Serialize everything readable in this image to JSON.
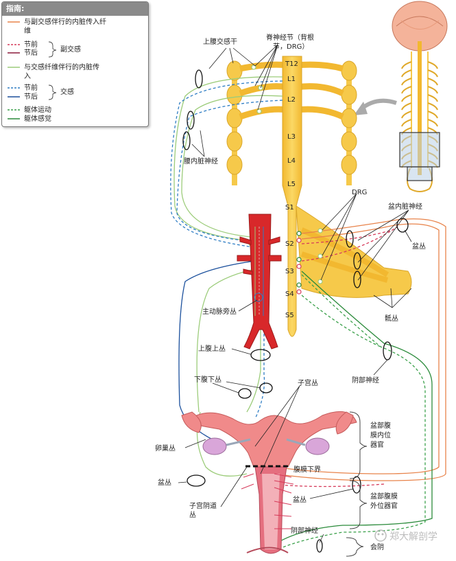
{
  "legend": {
    "title": "指南:",
    "items": [
      {
        "text": "与副交感伴行的内脏传入纤",
        "text2": "维",
        "color": "#e8834a",
        "style": "solid"
      },
      {
        "text": "节前",
        "color": "#d63a5a",
        "style": "dashed"
      },
      {
        "text": "节后",
        "color": "#8b1a3a",
        "style": "solid"
      },
      {
        "text": "与交感纤维伴行的内脏传",
        "text2": "入",
        "color": "#9ccc7a",
        "style": "solid"
      },
      {
        "text": "节前",
        "color": "#2e7dc4",
        "style": "dashed"
      },
      {
        "text": "节后",
        "color": "#1a4f9c",
        "style": "solid"
      },
      {
        "text": "躯体运动",
        "color": "#3aa04a",
        "style": "dashed"
      },
      {
        "text": "躯体感觉",
        "color": "#2a8a3a",
        "style": "solid"
      }
    ],
    "group_parasympathetic": "副交感",
    "group_sympathetic": "交感"
  },
  "labels": {
    "upper_lumbar_trunk": "上腰交感干",
    "spinal_ganglion": "脊神经节（背根",
    "spinal_ganglion2": "节，DRG）",
    "lumbar_splanchnic": "腰内脏神经",
    "drg": "DRG",
    "pelvic_splanchnic": "盆内脏神经",
    "pelvic_plexus_top": "盆丛",
    "sacral_plexus": "骶丛",
    "pudendal_nerve_top": "阴部神经",
    "aortic_plexus": "主动脉旁丛",
    "superior_hypogastric": "上腹上丛",
    "inferior_hypogastric": "下腹下丛",
    "uterine_plexus": "子宫丛",
    "ovarian_plexus": "卵巢丛",
    "pelvic_plexus_left": "盆丛",
    "uterovaginal_plexus": "子宫阴道",
    "uterovaginal_plexus2": "丛",
    "peritoneum_line": "腹膜下界",
    "pelvic_plexus_bottom": "盆丛",
    "pudendal_nerve_bottom": "阴部神经",
    "perineum": "会阴",
    "intraperitoneal": [
      "盆部腹",
      "膜内位",
      "器官"
    ],
    "extraperitoneal": [
      "盆部腹膜",
      "外位器官"
    ],
    "watermark": "郑大解剖学"
  },
  "levels": [
    "T12",
    "L1",
    "L2",
    "L3",
    "L4",
    "L5",
    "S1",
    "S2",
    "S3",
    "S4",
    "S5"
  ],
  "colors": {
    "spine": "#f6c94a",
    "spine_dark": "#d9a62a",
    "aorta": "#d8282a",
    "uterus": "#f08a8a",
    "ovary": "#d9a6d9"
  }
}
